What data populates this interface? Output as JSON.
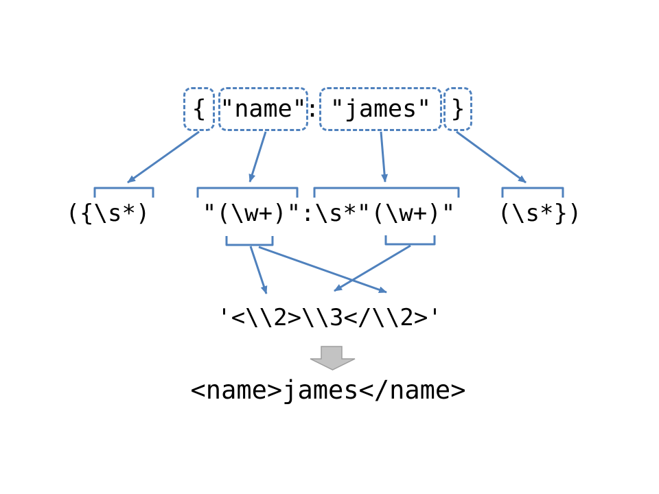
{
  "slide": {
    "json_example": {
      "open_brace": "{",
      "key": "\"name\"",
      "colon": ":",
      "value": "\"james\"",
      "close_brace": "}"
    },
    "regex": {
      "prefix": "({\\s*)",
      "middle": "\"(\\w+)\":\\s*\"(\\w+)\"",
      "suffix": "(\\s*})"
    },
    "replacement": "'<\\\\2>\\\\3</\\\\2>'",
    "output": "<name>james</name>"
  },
  "colors": {
    "accent_blue": "#4F81BD",
    "text_black": "#000000",
    "gray_arrow_fill": "#C3C3C3",
    "gray_arrow_edge": "#9D9D9D",
    "background": "#FFFFFF"
  }
}
